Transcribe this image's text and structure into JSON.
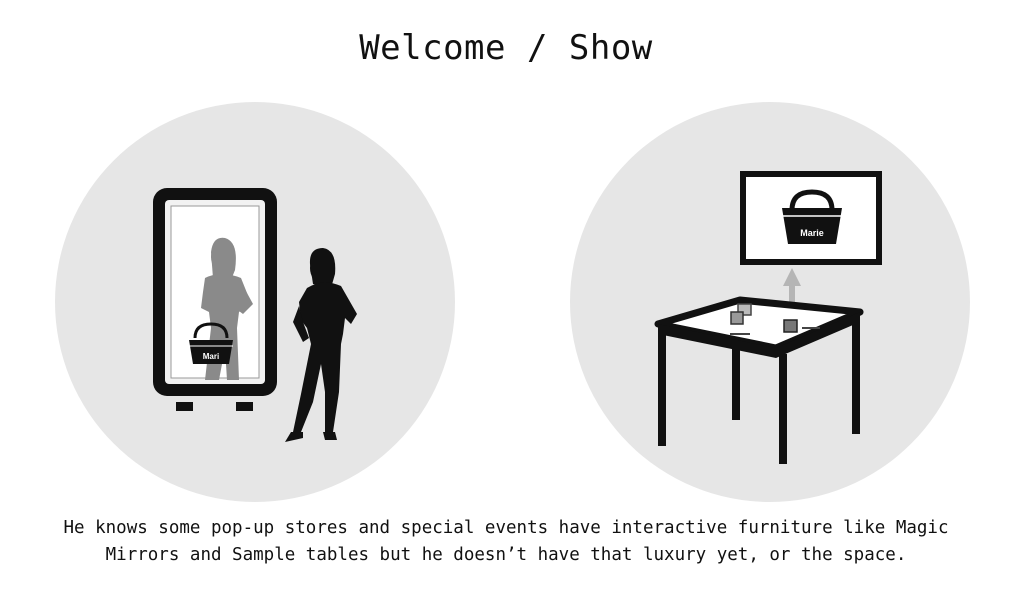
{
  "page": {
    "title": "Welcome / Show",
    "caption": "He knows some pop-up stores and special events have interactive furniture like Magic Mirrors and Sample tables but he doesn’t have that luxury yet, or the space."
  },
  "illustrations": {
    "mirror": {
      "bag_label": "Mari"
    },
    "table": {
      "screen_bag_label": "Marie"
    }
  },
  "colors": {
    "circle_bg": "#e6e6e6",
    "ink": "#111111",
    "reflection": "#8a8a8a"
  }
}
